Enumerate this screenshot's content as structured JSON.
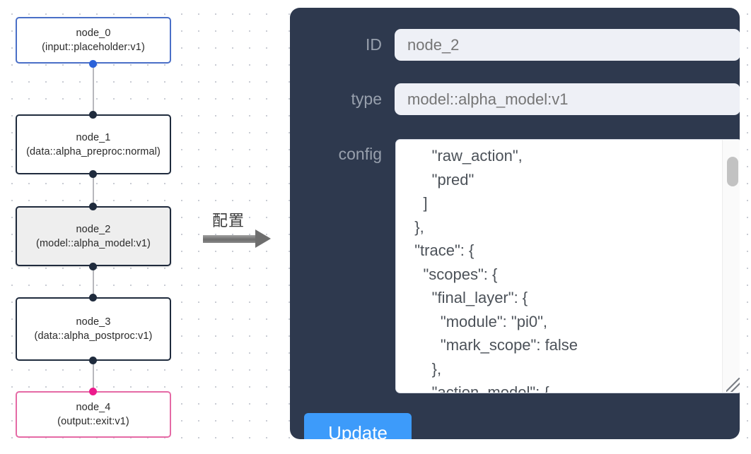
{
  "graph": {
    "nodes": [
      {
        "id": "node_0",
        "label": "node_0\n(input::placeholder:v1)",
        "style": "first"
      },
      {
        "id": "node_1",
        "label": "node_1\n(data::alpha_preproc:normal)",
        "style": "default"
      },
      {
        "id": "node_2",
        "label": "node_2\n(model::alpha_model:v1)",
        "style": "selected"
      },
      {
        "id": "node_3",
        "label": "node_3\n(data::alpha_postproc:v1)",
        "style": "default"
      },
      {
        "id": "node_4",
        "label": "node_4\n(output::exit:v1)",
        "style": "terminal"
      }
    ]
  },
  "transition": {
    "caption": "配置",
    "arrow": "right-arrow-icon"
  },
  "panel": {
    "fields": {
      "id": {
        "label": "ID",
        "value": "node_2",
        "placeholder": "node_2"
      },
      "type": {
        "label": "type",
        "value": "model::alpha_model:v1",
        "placeholder": "model::alpha_model:v1"
      },
      "config": {
        "label": "config",
        "value": "      \"raw_action\",\n      \"pred\"\n    ]\n  },\n  \"trace\": {\n    \"scopes\": {\n      \"final_layer\": {\n        \"module\": \"pi0\",\n        \"mark_scope\": false\n      },\n      \"action_model\": {"
      }
    },
    "update_button": {
      "label": "Update"
    },
    "colors": {
      "panel_background": "#2e394e",
      "input_background": "#eef0f6",
      "input_text": "#8d93a1",
      "label_text": "#98a0ad",
      "accent_button": "#3d9bfa",
      "node_selected_border": "#1f2a3c",
      "node_first_border": "#4a6fc7",
      "node_terminal_border": "#e56aa5",
      "handle_blue": "#2b62d9",
      "handle_pink": "#ec1a8c"
    }
  }
}
